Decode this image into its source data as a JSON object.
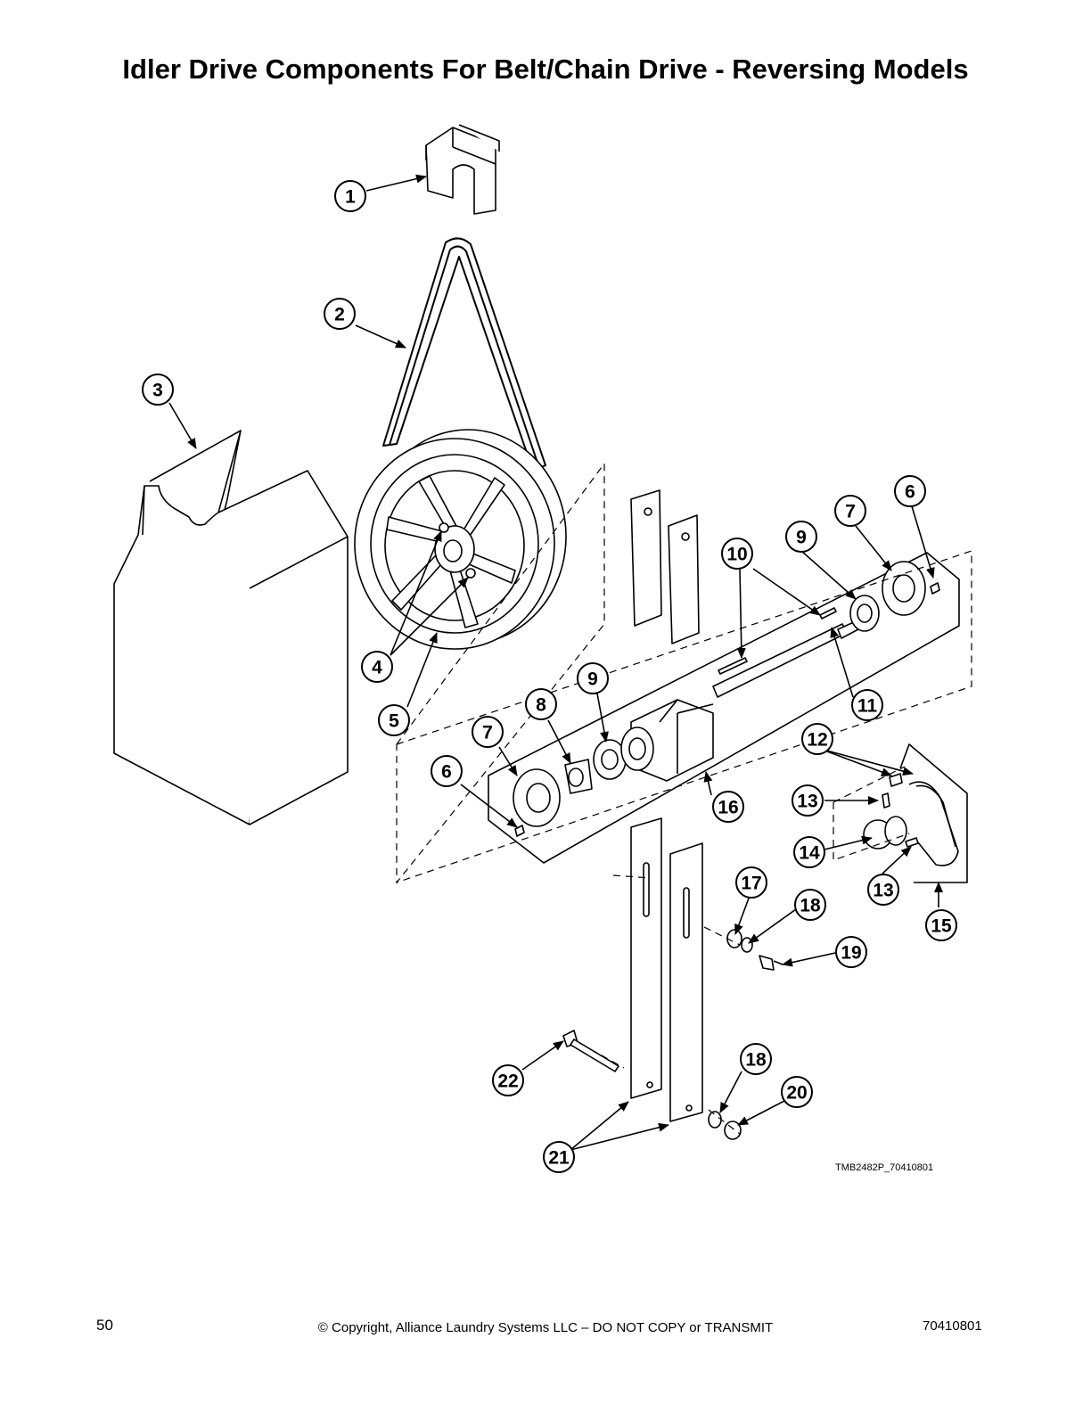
{
  "title": "Idler Drive Components For Belt/Chain Drive - Reversing Models",
  "figure": {
    "id": "TMB2482P_70410801",
    "callouts": [
      "1",
      "2",
      "3",
      "4",
      "5",
      "6",
      "7",
      "8",
      "9",
      "9",
      "10",
      "11",
      "12",
      "13",
      "13",
      "14",
      "15",
      "16",
      "17",
      "18",
      "18",
      "19",
      "20",
      "21",
      "22",
      "6",
      "7"
    ]
  },
  "footer": {
    "page_number": "50",
    "copyright": "© Copyright, Alliance Laundry Systems LLC – DO NOT COPY or TRANSMIT",
    "doc_number": "70410801"
  }
}
